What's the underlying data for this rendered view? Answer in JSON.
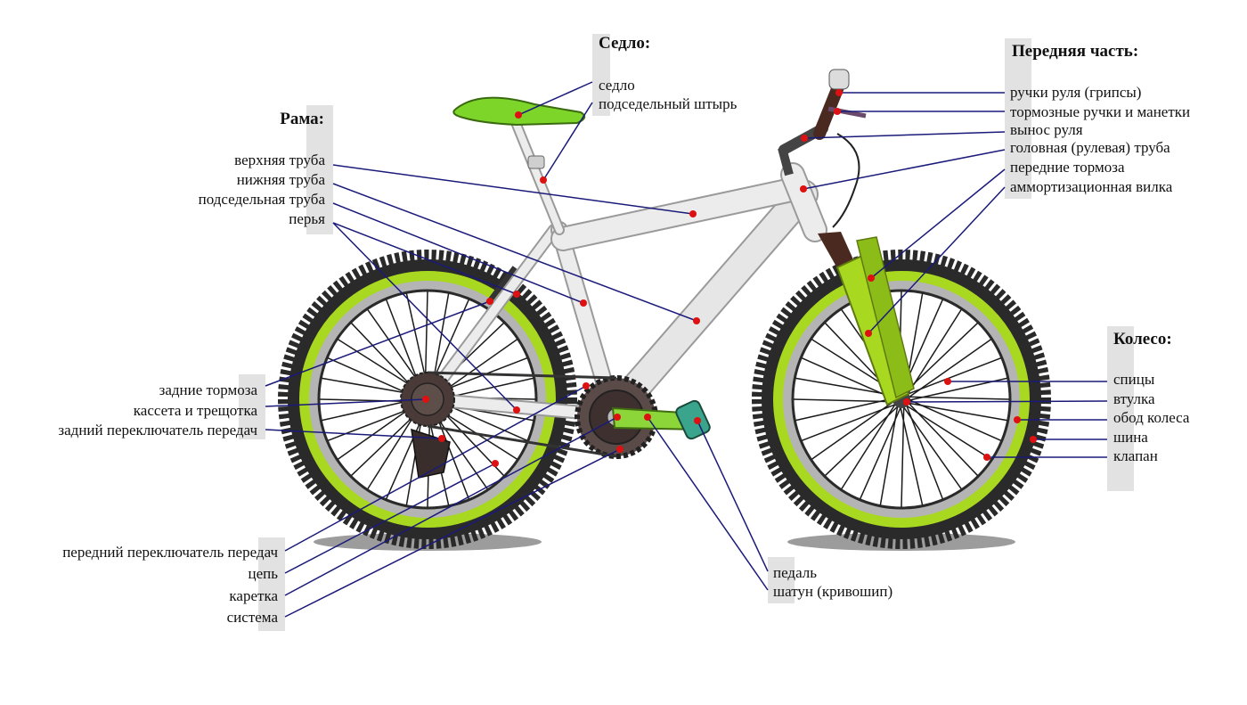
{
  "sections": {
    "saddle": {
      "title": "Седло:",
      "items": [
        "седло",
        "подседельный штырь"
      ]
    },
    "frame": {
      "title": "Рама:",
      "items": [
        "верхняя труба",
        "нижняя труба",
        "подседельная труба",
        "перья"
      ]
    },
    "front": {
      "title": "Передняя часть:",
      "items": [
        "ручки руля (грипсы)",
        "тормозные ручки и манетки",
        "вынос руля",
        "головная (рулевая) труба",
        "передние тормоза",
        "аммортизационная вилка"
      ]
    },
    "wheel": {
      "title": "Колесо:",
      "items": [
        "спицы",
        "втулка",
        "обод колеса",
        "шина",
        "клапан"
      ]
    },
    "rear": {
      "items": [
        "задние тормоза",
        "кассета и трещотка",
        "задний переключатель передач"
      ]
    },
    "drivetrain": {
      "items": [
        "передний переключатель передач",
        "цепь",
        "каретка",
        "система"
      ]
    },
    "pedals": {
      "items": [
        "педаль",
        "шатун (кривошип)"
      ]
    }
  },
  "colors": {
    "leader_line": "#1a1a7a",
    "marker": "#dd1111",
    "tire": "#2a2a2a",
    "rim_green": "#a8d820",
    "rim_gray": "#b4b4b4",
    "frame": "#e6e6e6",
    "accent_green": "#8cd63a",
    "label_bar": "#e2e2e2"
  }
}
